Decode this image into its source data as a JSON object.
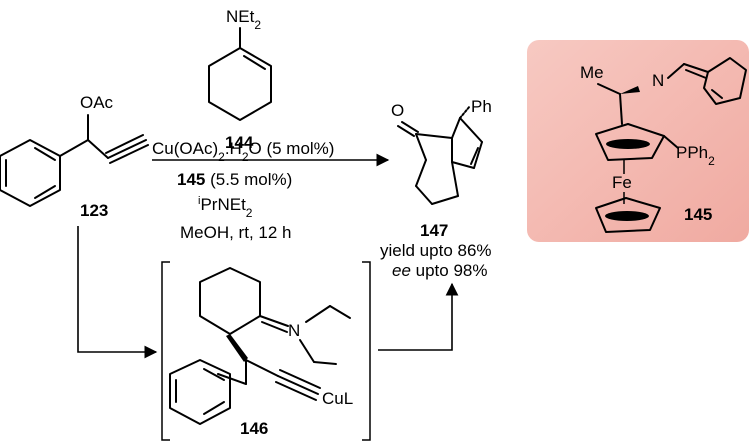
{
  "reagent_144": {
    "group": "NEt",
    "group_sub": "2",
    "number": "144"
  },
  "substrate_123": {
    "group": "OAc",
    "number": "123"
  },
  "conditions": {
    "line1_a": "Cu(OAc)",
    "line1_sub": "2",
    "line1_b": ".H",
    "line1_sub2": "2",
    "line1_c": "O (5 mol%)",
    "line2_num": "145",
    "line2_rest": " (5.5 mol%)",
    "line3_sup": "i",
    "line3_a": "PrNEt",
    "line3_sub": "2",
    "line4": "MeOH, rt, 12 h"
  },
  "product_147": {
    "keto": "O",
    "aryl": "Ph",
    "number": "147",
    "yield": "yield upto 86%",
    "ee_label": "ee",
    "ee_rest": " upto 98%"
  },
  "intermediate_146": {
    "amine": "N",
    "metal": "CuL",
    "number": "146"
  },
  "ligand_145": {
    "methyl": "Me",
    "imine": "N",
    "phos": "PPh",
    "phos_sub": "2",
    "metal": "Fe",
    "number": "145",
    "box_color": "#f3b8b0"
  }
}
